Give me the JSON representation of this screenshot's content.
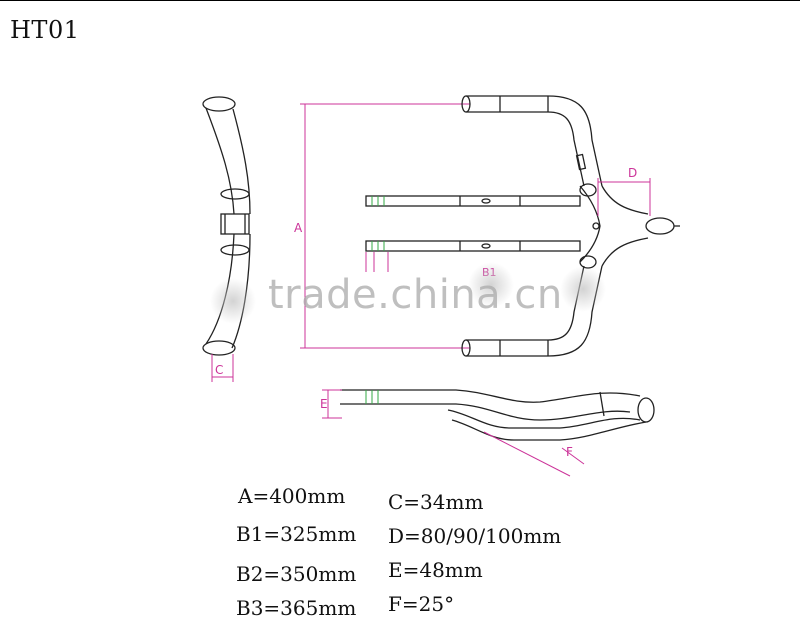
{
  "title": "HT01",
  "watermark": "trade.china.cn",
  "dimension_labels": {
    "a": "A",
    "b1": "B1",
    "c": "C",
    "d": "D",
    "e": "E",
    "f": "F"
  },
  "specs": {
    "left": [
      "A=400mm",
      "B1=325mm",
      "B2=350mm",
      "B3=365mm"
    ],
    "right": [
      "C=34mm",
      "D=80/90/100mm",
      "E=48mm",
      "F=25°"
    ]
  },
  "colors": {
    "drawing_line": "#222222",
    "dimension_line": "#cc3399",
    "accent_green": "#33aa44"
  }
}
